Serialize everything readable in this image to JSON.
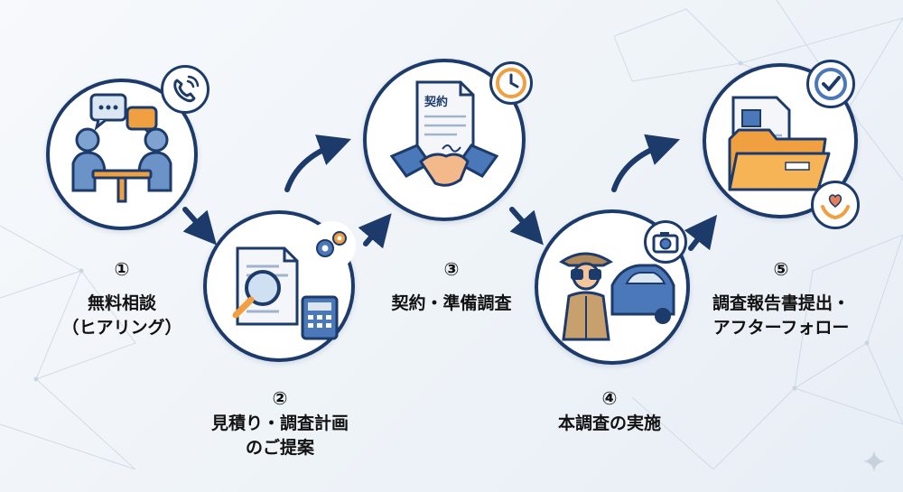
{
  "steps": [
    {
      "number": "①",
      "lines": [
        "無料相談",
        "（ヒアリング）"
      ]
    },
    {
      "number": "②",
      "lines": [
        "見積り・調査計画",
        "のご提案"
      ]
    },
    {
      "number": "③",
      "lines": [
        "契約・準備調査"
      ]
    },
    {
      "number": "④",
      "lines": [
        "本調査の実施"
      ]
    },
    {
      "number": "⑤",
      "lines": [
        "調査報告書提出・",
        "アフターフォロー"
      ]
    }
  ],
  "contract_doc_text": "契約",
  "icons": {
    "step1": "consultation-meeting-icon",
    "step1_badge": "phone-call-icon",
    "step2": "document-magnifier-calculator-icon",
    "step2_badge": "gears-icon",
    "step3": "handshake-contract-icon",
    "step3_badge": "clock-icon",
    "step4": "detective-binoculars-car-icon",
    "step4_badge": "camera-icon",
    "step5": "report-folder-icon",
    "step5_badge_top": "checkmark-icon",
    "step5_badge_bottom": "heart-hands-icon"
  },
  "colors": {
    "navy": "#1c3b6b",
    "accent_blue": "#4a78b8",
    "orange": "#f0a040",
    "bg": "#eef3f8"
  }
}
